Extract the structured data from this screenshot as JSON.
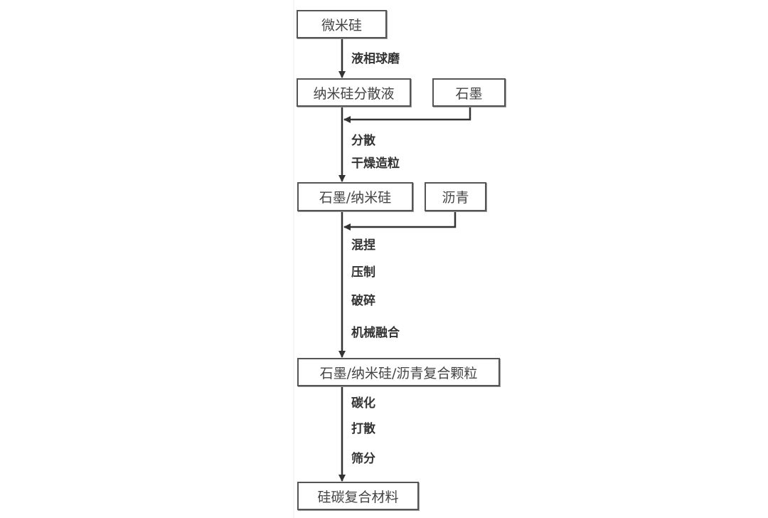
{
  "nodes": {
    "micro_si": "微米硅",
    "nano_si_dispersion": "纳米硅分散液",
    "graphite": "石墨",
    "graphite_nano_si": "石墨/纳米硅",
    "pitch": "沥青",
    "composite_particles": "石墨/纳米硅/沥青复合颗粒",
    "si_c_composite": "硅碳复合材料"
  },
  "steps": {
    "s1": [
      "液相球磨"
    ],
    "s2": [
      "分散",
      "干燥造粒"
    ],
    "s3": [
      "混捏",
      "压制",
      "破碎",
      "机械融合"
    ],
    "s4": [
      "碳化",
      "打散",
      "筛分"
    ]
  }
}
